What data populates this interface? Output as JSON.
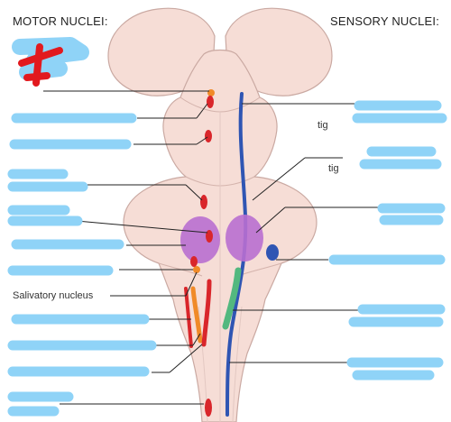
{
  "headings": {
    "motor": "MOTOR NUCLEI:",
    "sensory": "SENSORY NUCLEI:"
  },
  "visible_fragments": {
    "salivatory": "Salivatory nucleus",
    "sensory_partial_1": "tig",
    "sensory_partial_2": "tig"
  },
  "colors": {
    "brainstem_fill": "#f6ddd6",
    "brainstem_stroke": "#caa9a2",
    "motor_nucleus_red": "#d9262b",
    "sensory_blue": "#2f55b3",
    "purple_nucleus": "#b96fd0",
    "green_nucleus": "#53b87f",
    "orange_nucleus": "#f08a28",
    "redaction_blue": "#8fd3f7"
  },
  "icons": [
    "red-cross-mark-icon"
  ]
}
